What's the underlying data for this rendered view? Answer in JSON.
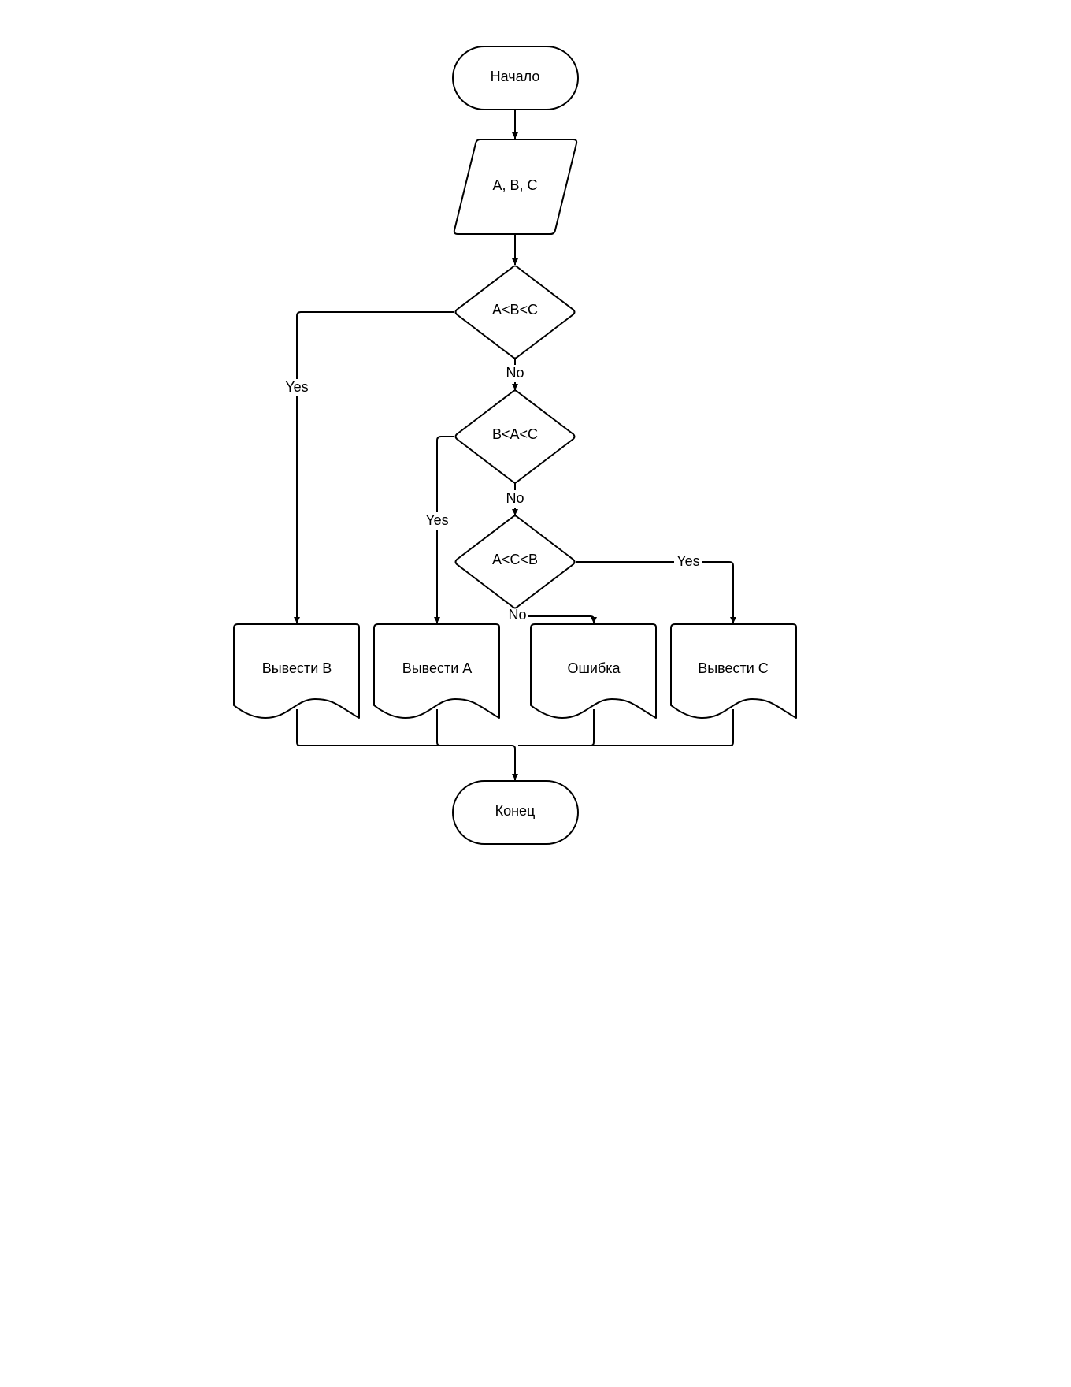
{
  "diagram": {
    "type": "flowchart",
    "nodes": {
      "start": {
        "shape": "terminator",
        "label": "Начало"
      },
      "input": {
        "shape": "input-output",
        "label": "A, B, C"
      },
      "cond1": {
        "shape": "decision",
        "label": "A<B<C"
      },
      "cond2": {
        "shape": "decision",
        "label": "B<A<C"
      },
      "cond3": {
        "shape": "decision",
        "label": "A<C<B"
      },
      "out_b": {
        "shape": "document",
        "label": "Вывести B"
      },
      "out_a": {
        "shape": "document",
        "label": "Вывести A"
      },
      "error": {
        "shape": "document",
        "label": "Ошибка"
      },
      "out_c": {
        "shape": "document",
        "label": "Вывести C"
      },
      "end": {
        "shape": "terminator",
        "label": "Конец"
      }
    },
    "edges": [
      {
        "from": "start",
        "to": "input",
        "label": ""
      },
      {
        "from": "input",
        "to": "cond1",
        "label": ""
      },
      {
        "from": "cond1",
        "to": "out_b",
        "label": "Yes"
      },
      {
        "from": "cond1",
        "to": "cond2",
        "label": "No"
      },
      {
        "from": "cond2",
        "to": "out_a",
        "label": "Yes"
      },
      {
        "from": "cond2",
        "to": "cond3",
        "label": "No"
      },
      {
        "from": "cond3",
        "to": "out_c",
        "label": "Yes"
      },
      {
        "from": "cond3",
        "to": "error",
        "label": "No"
      },
      {
        "from": "out_b",
        "to": "end",
        "label": ""
      },
      {
        "from": "out_a",
        "to": "end",
        "label": ""
      },
      {
        "from": "error",
        "to": "end",
        "label": ""
      },
      {
        "from": "out_c",
        "to": "end",
        "label": ""
      }
    ]
  }
}
